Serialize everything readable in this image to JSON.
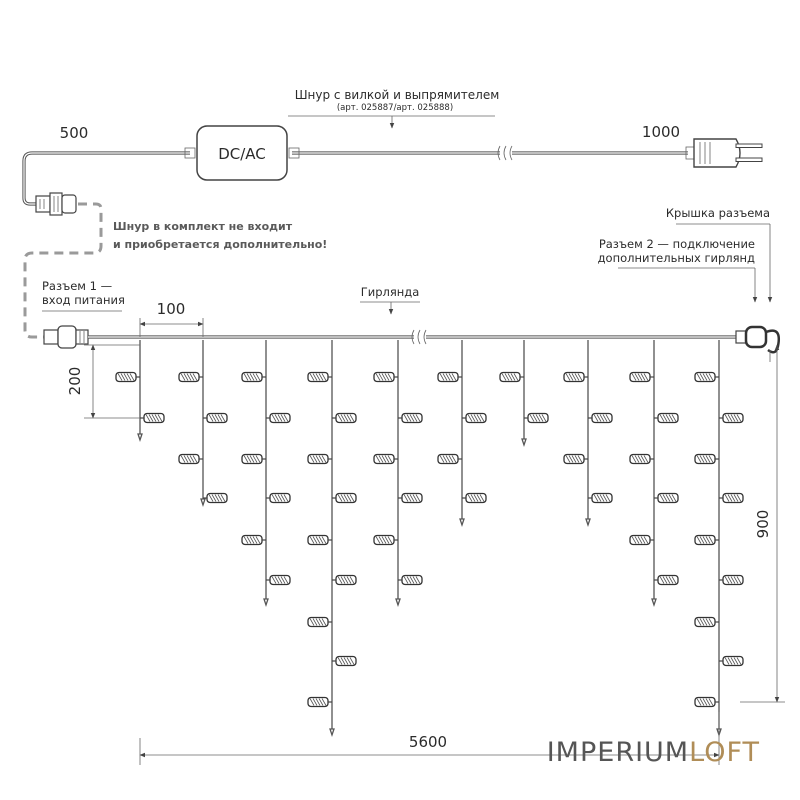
{
  "labels": {
    "cord_title": "Шнур с вилкой и выпрямителем",
    "cord_articles": "(арт. 025887/арт. 025888)",
    "converter": "DC/AC",
    "note_line1": "Шнур в комплект не входит",
    "note_line2": "и приобретается дополнительно!",
    "connector1_line1": "Разъем 1 —",
    "connector1_line2": "вход питания",
    "garland": "Гирлянда",
    "cover": "Крышка разъема",
    "connector2_line1": "Разъем 2 — подключение",
    "connector2_line2": "дополнительных гирлянд"
  },
  "dimensions": {
    "cord_left": "500",
    "cord_right": "1000",
    "spacing": "100",
    "first_drop": "200",
    "height": "900",
    "length": "5600"
  },
  "logo": {
    "part1": "IMPERIUM",
    "part2": "LOFT",
    "color1": "#555555",
    "color2": "#b08d57"
  }
}
